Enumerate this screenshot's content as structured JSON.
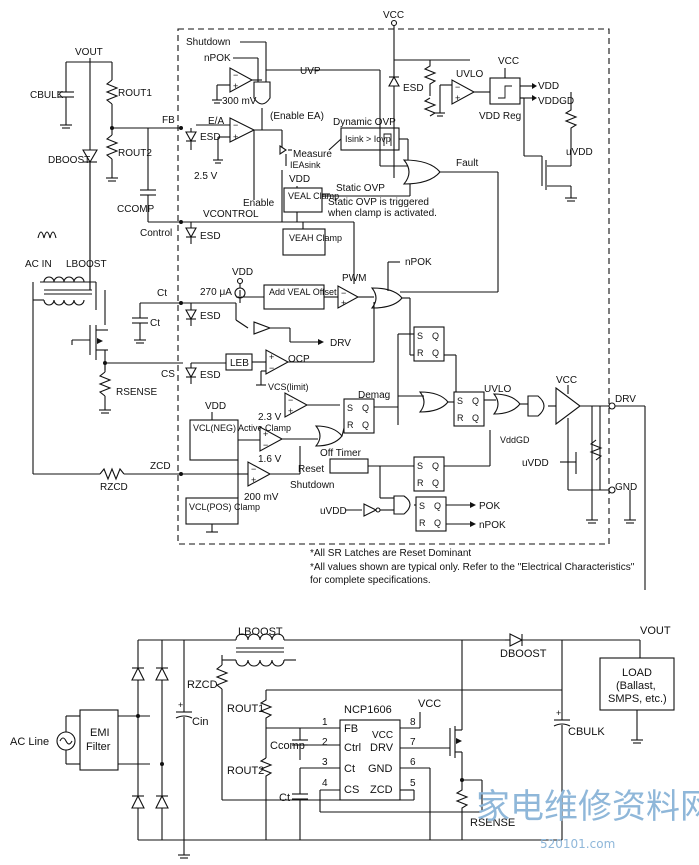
{
  "top": {
    "labels": {
      "vcc": "VCC",
      "vout": "VOUT",
      "cbulk": "CBULK",
      "rout1": "ROUT1",
      "rout2": "ROUT2",
      "dboost": "DBOOST",
      "ccomp": "CCOMP",
      "fb": "FB",
      "control": "Control",
      "vcontrol": "VCONTROL",
      "esd": "ESD",
      "shutdown": "Shutdown",
      "npok": "nPOK",
      "uvp": "UVP",
      "mv300": "300 mV",
      "enable_ea": "(Enable EA)",
      "ea": "E/A",
      "v25": "2.5 V",
      "measure": "Measure",
      "ieasink": "IEAsink",
      "dynamic_ovp": "Dynamic OVP",
      "isink_iovp": "Isink > Iovp",
      "enable": "Enable",
      "static_ovp": "Static OVP",
      "vdd": "VDD",
      "veal_clamp": "VEAL Clamp",
      "static_ovp_note1": "Static OVP is triggered",
      "static_ovp_note2": "when clamp is activated.",
      "veah_clamp": "VEAH Clamp",
      "fault": "Fault",
      "uvlo": "UVLO",
      "vdd_out": "VDD",
      "vddgd": "VDDGD",
      "vdd_reg": "VDD Reg",
      "uvdd": "uVDD",
      "ac_in": "AC IN",
      "lboost": "LBOOST",
      "ct": "Ct",
      "ct2": "Ct",
      "ua270": "270 μA",
      "add_veal_offset": "Add VEAL Offset",
      "pwm": "PWM",
      "npok2": "nPOK",
      "drv_arrow": "DRV",
      "cs": "CS",
      "leb": "LEB",
      "ocp": "OCP",
      "vcs_limit": "VCS(limit)",
      "rsense": "RSENSE",
      "demag": "Demag",
      "v23": "2.3 V",
      "v16": "1.6 V",
      "vcl_neg": "VCL(NEG) Active Clamp",
      "vcl_pos": "VCL(POS) Clamp",
      "zcd": "ZCD",
      "rzcd": "RZCD",
      "mv200": "200 mV",
      "off_timer": "Off Timer",
      "reset": "Reset",
      "shutdown2": "Shutdown",
      "uvlo2": "UVLO",
      "vddgd2": "VddGD",
      "uvdd2": "uVDD",
      "uvdd3": "uVDD",
      "pok": "POK",
      "npok3": "nPOK",
      "drv": "DRV",
      "gnd": "GND",
      "s": "S",
      "q": "Q",
      "r": "R",
      "qbar": "Q"
    },
    "notes": [
      "*All SR Latches are Reset Dominant",
      "*All values shown are typical only. Refer to the \"Electrical Characteristics\"",
      "for complete specifications."
    ]
  },
  "bottom": {
    "labels": {
      "lboost": "LBOOST",
      "dboost": "DBOOST",
      "vout": "VOUT",
      "rzcd": "RZCD",
      "cin": "Cin",
      "rout1": "ROUT1",
      "rout2": "ROUT2",
      "ccomp": "Ccomp",
      "ct": "Ct",
      "chip": "NCP1606",
      "vcc": "VCC",
      "cbulk": "CBULK",
      "rsense": "RSENSE",
      "ac_line": "AC Line",
      "emi": "EMI",
      "filter": "Filter",
      "load1": "LOAD",
      "load2": "(Ballast,",
      "load3": "SMPS, etc.)"
    },
    "pins_left": [
      {
        "num": "1",
        "name": "FB"
      },
      {
        "num": "2",
        "name": "Ctrl"
      },
      {
        "num": "3",
        "name": "Ct"
      },
      {
        "num": "4",
        "name": "CS"
      }
    ],
    "pins_right": [
      {
        "num": "8",
        "name": "VCC"
      },
      {
        "num": "7",
        "name": "DRV"
      },
      {
        "num": "6",
        "name": "GND"
      },
      {
        "num": "5",
        "name": "ZCD"
      }
    ]
  },
  "watermark": {
    "text": "家电维修资料网",
    "url": "520101.com"
  }
}
